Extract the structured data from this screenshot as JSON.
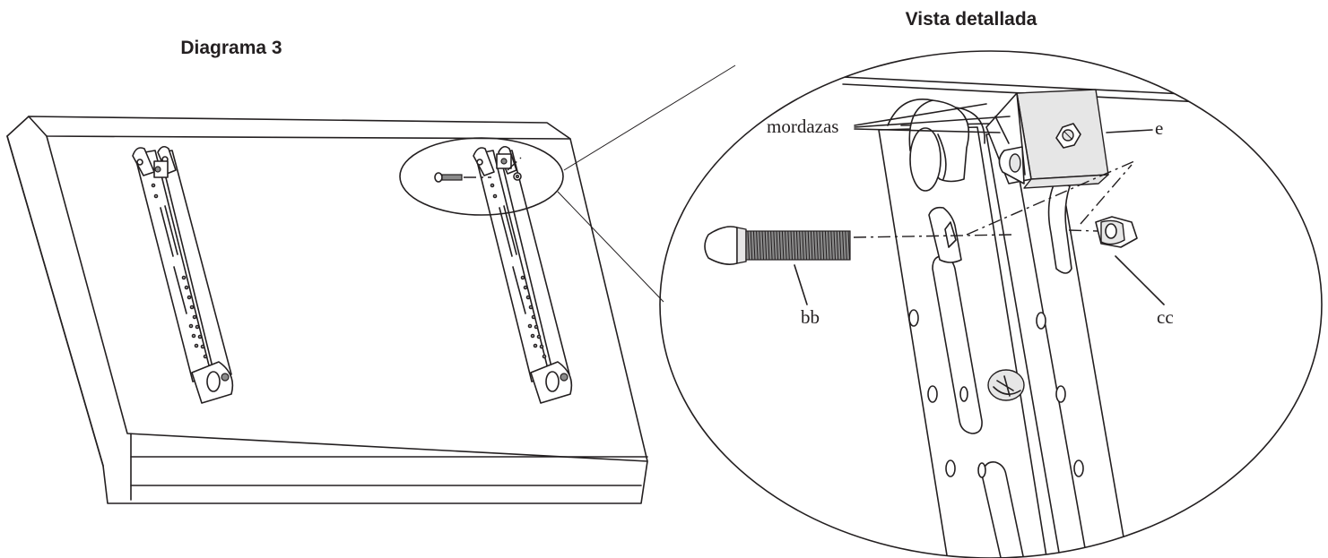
{
  "titles": {
    "diagram": "Diagrama 3",
    "detail": "Vista detallada"
  },
  "callouts": {
    "jaws": "mordazas",
    "part_e": "e",
    "part_bb": "bb",
    "part_cc": "cc"
  },
  "colors": {
    "ink": "#231f20",
    "shade": "#e6e6e6",
    "background": "#ffffff"
  }
}
